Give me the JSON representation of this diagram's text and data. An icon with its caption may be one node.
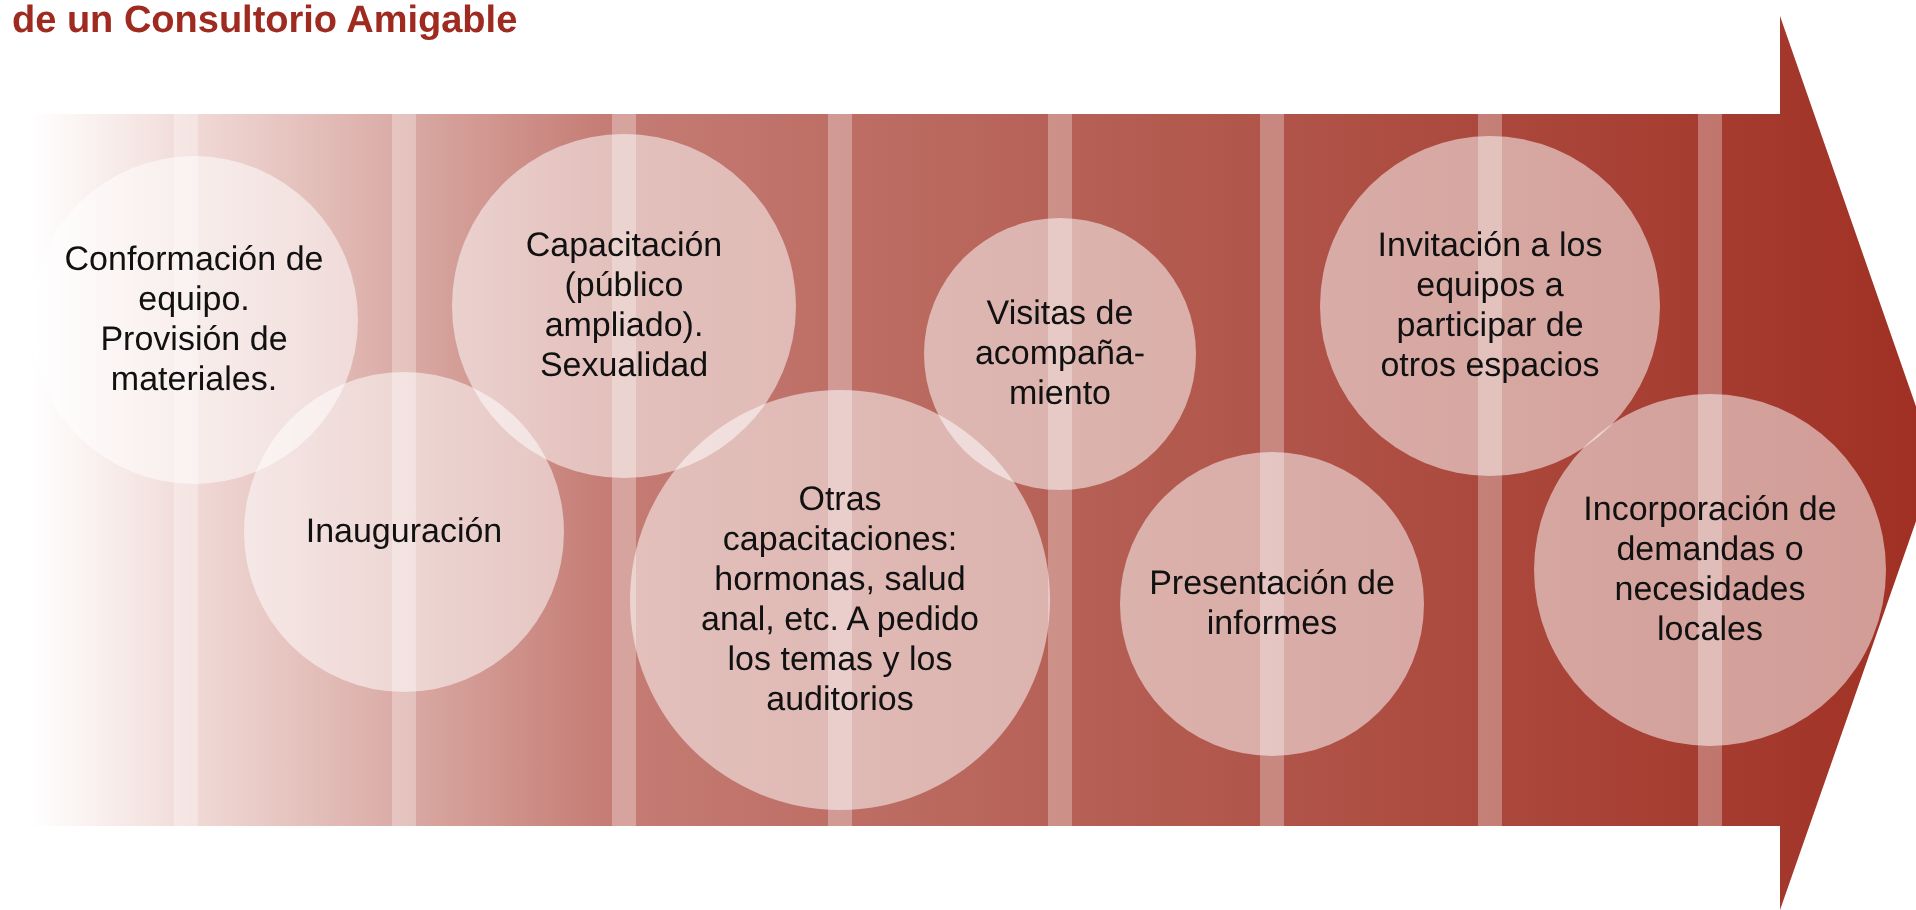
{
  "diagram": {
    "title": "de un Consultorio Amigable",
    "nodes": [
      {
        "text": [
          "Conformación de equipo. Provisión de materiales."
        ]
      },
      {
        "text": [
          "Inauguración"
        ]
      },
      {
        "text": [
          "Capacitación (público ampliado). Sexualidad"
        ]
      },
      {
        "text": [
          "Otras capacitaciones: hormonas, salud anal, etc. A pedido los temas y los auditorios"
        ]
      },
      {
        "text": [
          "Visitas de acompaña- miento"
        ]
      },
      {
        "text": [
          "Presentación de informes"
        ]
      },
      {
        "text": [
          "Invitación a los equipos a participar de otros espacios"
        ]
      },
      {
        "text": [
          "Incorporación de demandas o necesidades locales"
        ]
      }
    ]
  }
}
